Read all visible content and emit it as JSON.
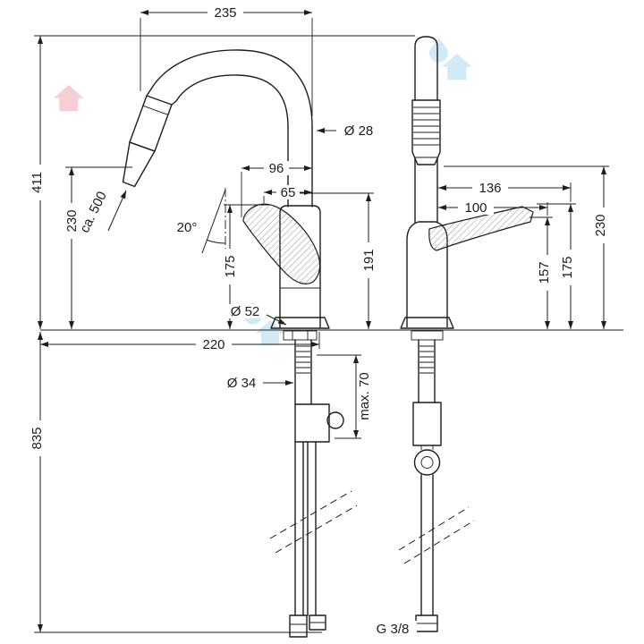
{
  "dimensions": {
    "front_view": {
      "width_top": "235",
      "height_total": "411",
      "height_outlet": "230",
      "hose_length": "ca. 500",
      "spray_angle": "20°",
      "spout_tube_diameter": "Ø 28",
      "handle_span_outer": "96",
      "handle_span_inner": "65",
      "body_height": "175",
      "spout_underside_height": "191",
      "base_diameter": "Ø 52",
      "reach": "220",
      "shank_diameter": "Ø 34",
      "mounting_thickness": "max. 70",
      "height_below_deck": "835",
      "connection_thread": "G 3/8"
    },
    "side_view": {
      "handle_span_outer": "136",
      "handle_span_inner": "100",
      "handle_pivot_height": "157",
      "handle_top_height": "175",
      "height_outlet": "230"
    }
  },
  "watermarks": [
    {
      "icon": "water-drop-house-icon",
      "color": "#cfe9f6"
    },
    {
      "icon": "house-icon",
      "color": "#f5cdd3"
    },
    {
      "icon": "water-drop-house-icon",
      "color": "#cfe9f6"
    }
  ],
  "colors": {
    "line": "#1d1d1b",
    "background": "#ffffff"
  }
}
